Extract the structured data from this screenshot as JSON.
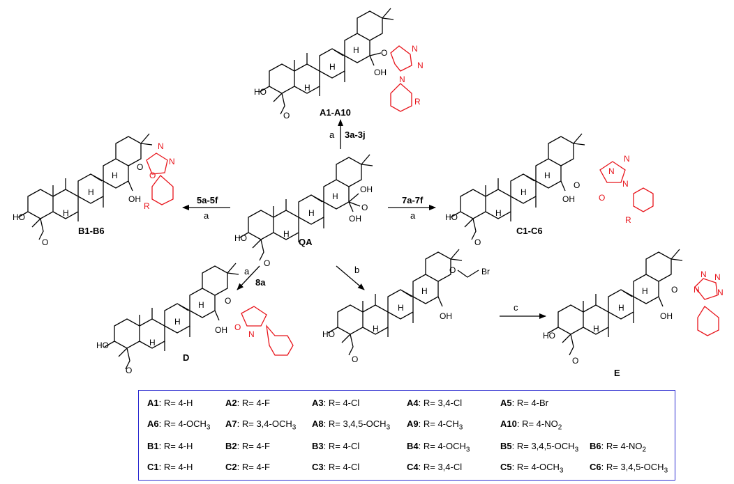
{
  "compounds": {
    "qa": "QA",
    "a": "A1-A10",
    "b": "B1-B6",
    "c": "C1-C6",
    "d": "D",
    "e": "E"
  },
  "atoms": {
    "HO": "HO",
    "OH": "OH",
    "O": "O",
    "H": "H",
    "N": "N",
    "R": "R",
    "Br": "Br"
  },
  "arrows": {
    "to_a": {
      "reagent": "3a-3j",
      "condition": "a"
    },
    "to_b": {
      "reagent": "5a-5f",
      "condition": "a"
    },
    "to_c": {
      "reagent": "7a-7f",
      "condition": "a"
    },
    "to_d": {
      "reagent": "8a",
      "condition": "a"
    },
    "to_bromo": {
      "condition": "b"
    },
    "to_e": {
      "condition": "c"
    }
  },
  "legend_colors": {
    "border": "#2b2bd0",
    "highlight": "#e8141b"
  },
  "legend": [
    [
      {
        "id": "A1",
        "sub": "R= 4-H"
      },
      {
        "id": "A2",
        "sub": "R= 4-F"
      },
      {
        "id": "A3",
        "sub": "R= 4-Cl"
      },
      {
        "id": "A4",
        "sub": "R= 3,4-Cl"
      },
      {
        "id": "A5",
        "sub": "R= 4-Br"
      }
    ],
    [
      {
        "id": "A6",
        "sub": "R= 4-OCH",
        "sub3": "3"
      },
      {
        "id": "A7",
        "sub": "R= 3,4-OCH",
        "sub3": "3"
      },
      {
        "id": "A8",
        "sub": "R= 3,4,5-OCH",
        "sub3": "3"
      },
      {
        "id": "A9",
        "sub": "R= 4-CH",
        "sub3": "3"
      },
      {
        "id": "A10",
        "sub": "R= 4-NO",
        "sub3": "2"
      }
    ],
    [
      {
        "id": "B1",
        "sub": "R= 4-H"
      },
      {
        "id": "B2",
        "sub": "R= 4-F"
      },
      {
        "id": "B3",
        "sub": "R= 4-Cl"
      },
      {
        "id": "B4",
        "sub": "R= 4-OCH",
        "sub3": "3"
      },
      {
        "id": "B5",
        "sub": "R= 3,4,5-OCH",
        "sub3": "3"
      },
      {
        "id": "B6",
        "sub": "R= 4-NO",
        "sub3": "2"
      }
    ],
    [
      {
        "id": "C1",
        "sub": "R= 4-H"
      },
      {
        "id": "C2",
        "sub": "R= 4-F"
      },
      {
        "id": "C3",
        "sub": "R= 4-Cl"
      },
      {
        "id": "C4",
        "sub": "R= 3,4-Cl"
      },
      {
        "id": "C5",
        "sub": "R= 4-OCH",
        "sub3": "3"
      },
      {
        "id": "C6",
        "sub": "R= 3,4,5-OCH",
        "sub3": "3"
      }
    ]
  ]
}
